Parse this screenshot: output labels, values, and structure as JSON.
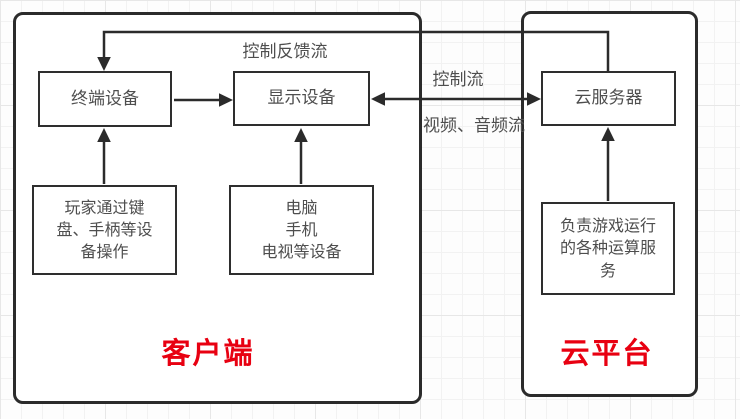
{
  "diagram_title": "cloud-gaming-architecture",
  "colors": {
    "line": "#2b2b2b",
    "node_text": "#4e4e4e",
    "accent_red": "#e80011",
    "grid": "#e7e7e7",
    "node_fill": "#ffffff"
  },
  "groups": {
    "client": {
      "label": "客户端"
    },
    "cloud": {
      "label": "云平台"
    }
  },
  "nodes": {
    "terminal": {
      "label": "终端设备"
    },
    "display": {
      "label": "显示设备"
    },
    "cloud_server": {
      "label": "云服务器"
    },
    "player_input": {
      "label": "玩家通过键\n盘、手柄等设\n备操作"
    },
    "display_devices": {
      "label": "电脑\n手机\n电视等设备"
    },
    "compute_service": {
      "label": "负责游戏运行\n的各种运算服\n务"
    }
  },
  "edges": {
    "control_feedback": {
      "label": "控制反馈流",
      "from": "cloud_server",
      "to": "terminal"
    },
    "control_flow": {
      "label": "控制流",
      "from": "display",
      "to": "cloud_server"
    },
    "av_stream": {
      "label": "视频、音频流",
      "from": "cloud_server",
      "to": "display"
    },
    "terminal_to_display": {
      "label": "",
      "from": "terminal",
      "to": "display"
    },
    "player_to_terminal": {
      "label": "",
      "from": "player_input",
      "to": "terminal"
    },
    "devices_to_display": {
      "label": "",
      "from": "display_devices",
      "to": "display"
    },
    "compute_to_cloud_server": {
      "label": "",
      "from": "compute_service",
      "to": "cloud_server"
    }
  }
}
